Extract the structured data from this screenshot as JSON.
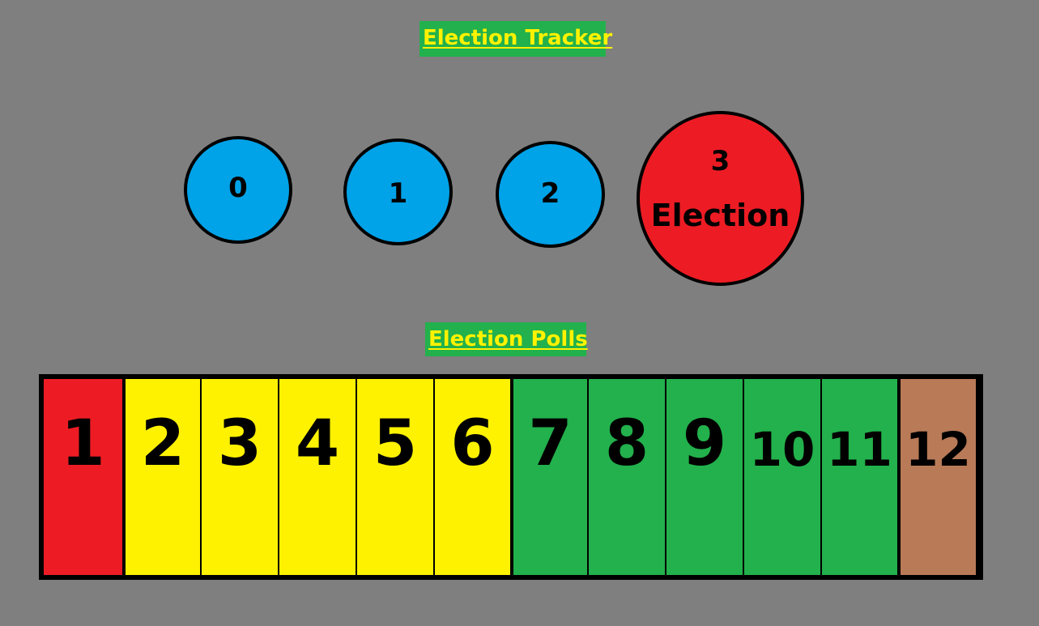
{
  "tracker": {
    "title": "Election Tracker",
    "circles": [
      {
        "number": "0",
        "color": "#00a2e8"
      },
      {
        "number": "1",
        "color": "#00a2e8"
      },
      {
        "number": "2",
        "color": "#00a2e8"
      },
      {
        "number": "3",
        "label": "Election",
        "color": "#ed1c24"
      }
    ]
  },
  "polls": {
    "title": "Election Polls",
    "cells": [
      {
        "number": "1",
        "color": "#ed1c24"
      },
      {
        "number": "2",
        "color": "#fff200"
      },
      {
        "number": "3",
        "color": "#fff200"
      },
      {
        "number": "4",
        "color": "#fff200"
      },
      {
        "number": "5",
        "color": "#fff200"
      },
      {
        "number": "6",
        "color": "#fff200"
      },
      {
        "number": "7",
        "color": "#22b14c"
      },
      {
        "number": "8",
        "color": "#22b14c"
      },
      {
        "number": "9",
        "color": "#22b14c"
      },
      {
        "number": "10",
        "color": "#22b14c"
      },
      {
        "number": "11",
        "color": "#22b14c"
      },
      {
        "number": "12",
        "color": "#b97a57"
      }
    ]
  },
  "colors": {
    "background": "#7f7f7f",
    "title_bg": "#22b14c",
    "title_text": "#fff200"
  }
}
